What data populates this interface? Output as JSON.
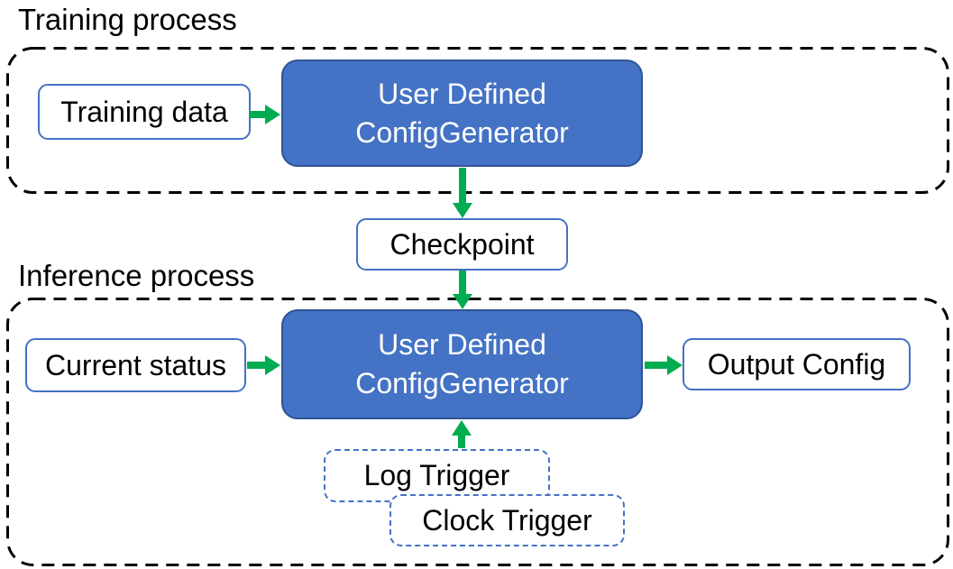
{
  "colors": {
    "generator_fill": "#4472C4",
    "generator_border": "#2F5496",
    "node_border_blue": "#4472C4",
    "arrow_green": "#00AC50",
    "panel_border": "#000000",
    "text_dark": "#000000",
    "text_light": "#FFFFFF",
    "canvas_bg": "#FFFFFF"
  },
  "training_section": {
    "title": "Training process",
    "input_box": "Training data",
    "generator_line1": "User Defined",
    "generator_line2": "ConfigGenerator"
  },
  "checkpoint_box": "Checkpoint",
  "inference_section": {
    "title": "Inference process",
    "input_box": "Current status",
    "generator_line1": "User Defined",
    "generator_line2": "ConfigGenerator",
    "output_box": "Output Config",
    "log_trigger_box": "Log Trigger",
    "clock_trigger_box": "Clock Trigger"
  }
}
